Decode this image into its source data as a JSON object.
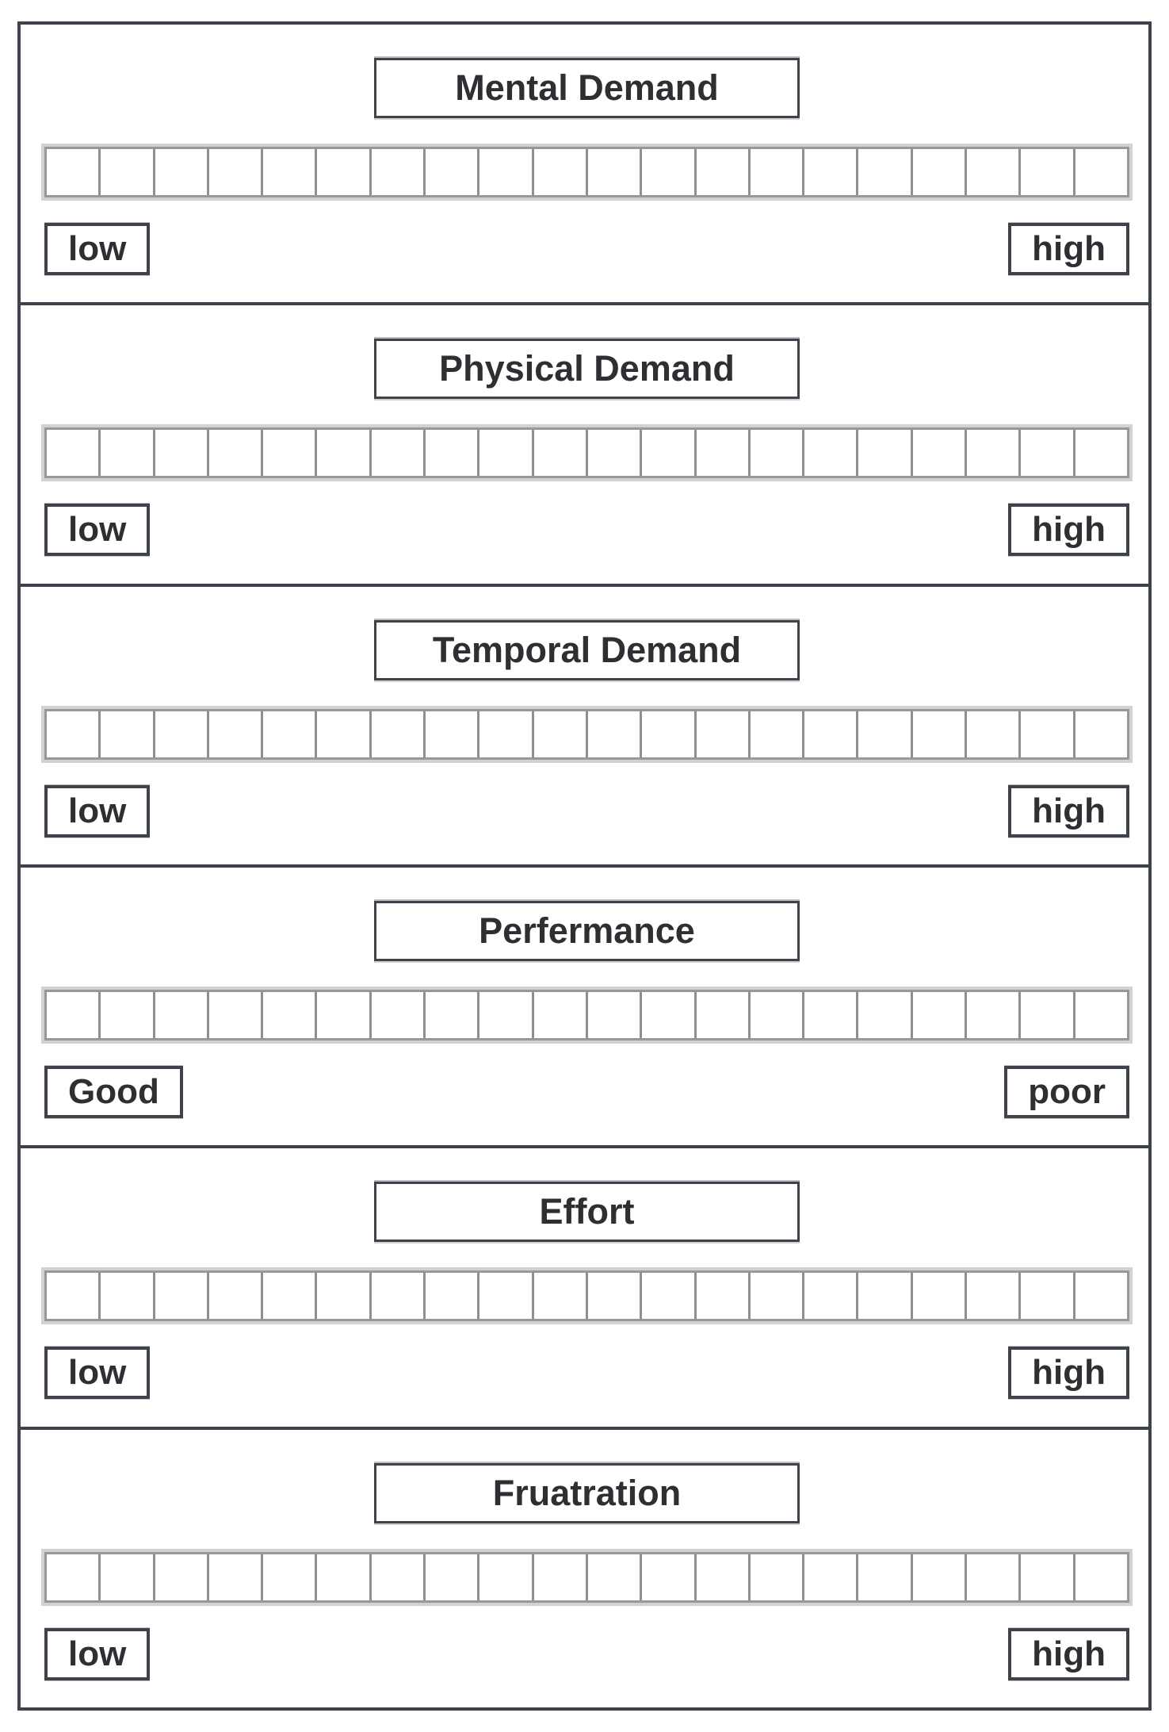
{
  "theme": {
    "border": "#3e434b",
    "text": "#2d2f33",
    "scale_line": "#8f8f8f",
    "scale_halo": "#d2d2d2"
  },
  "form": {
    "name": "workload-rating-form",
    "sections": [
      {
        "title": "Mental Demand",
        "left_label": "low",
        "right_label": "high",
        "cells": 20
      },
      {
        "title": "Physical Demand",
        "left_label": "low",
        "right_label": "high",
        "cells": 20
      },
      {
        "title": "Temporal Demand",
        "left_label": "low",
        "right_label": "high",
        "cells": 20
      },
      {
        "title": "Perfermance",
        "left_label": "Good",
        "right_label": "poor",
        "cells": 20
      },
      {
        "title": "Effort",
        "left_label": "low",
        "right_label": "high",
        "cells": 20
      },
      {
        "title": "Fruatration",
        "left_label": "low",
        "right_label": "high",
        "cells": 20
      }
    ]
  }
}
